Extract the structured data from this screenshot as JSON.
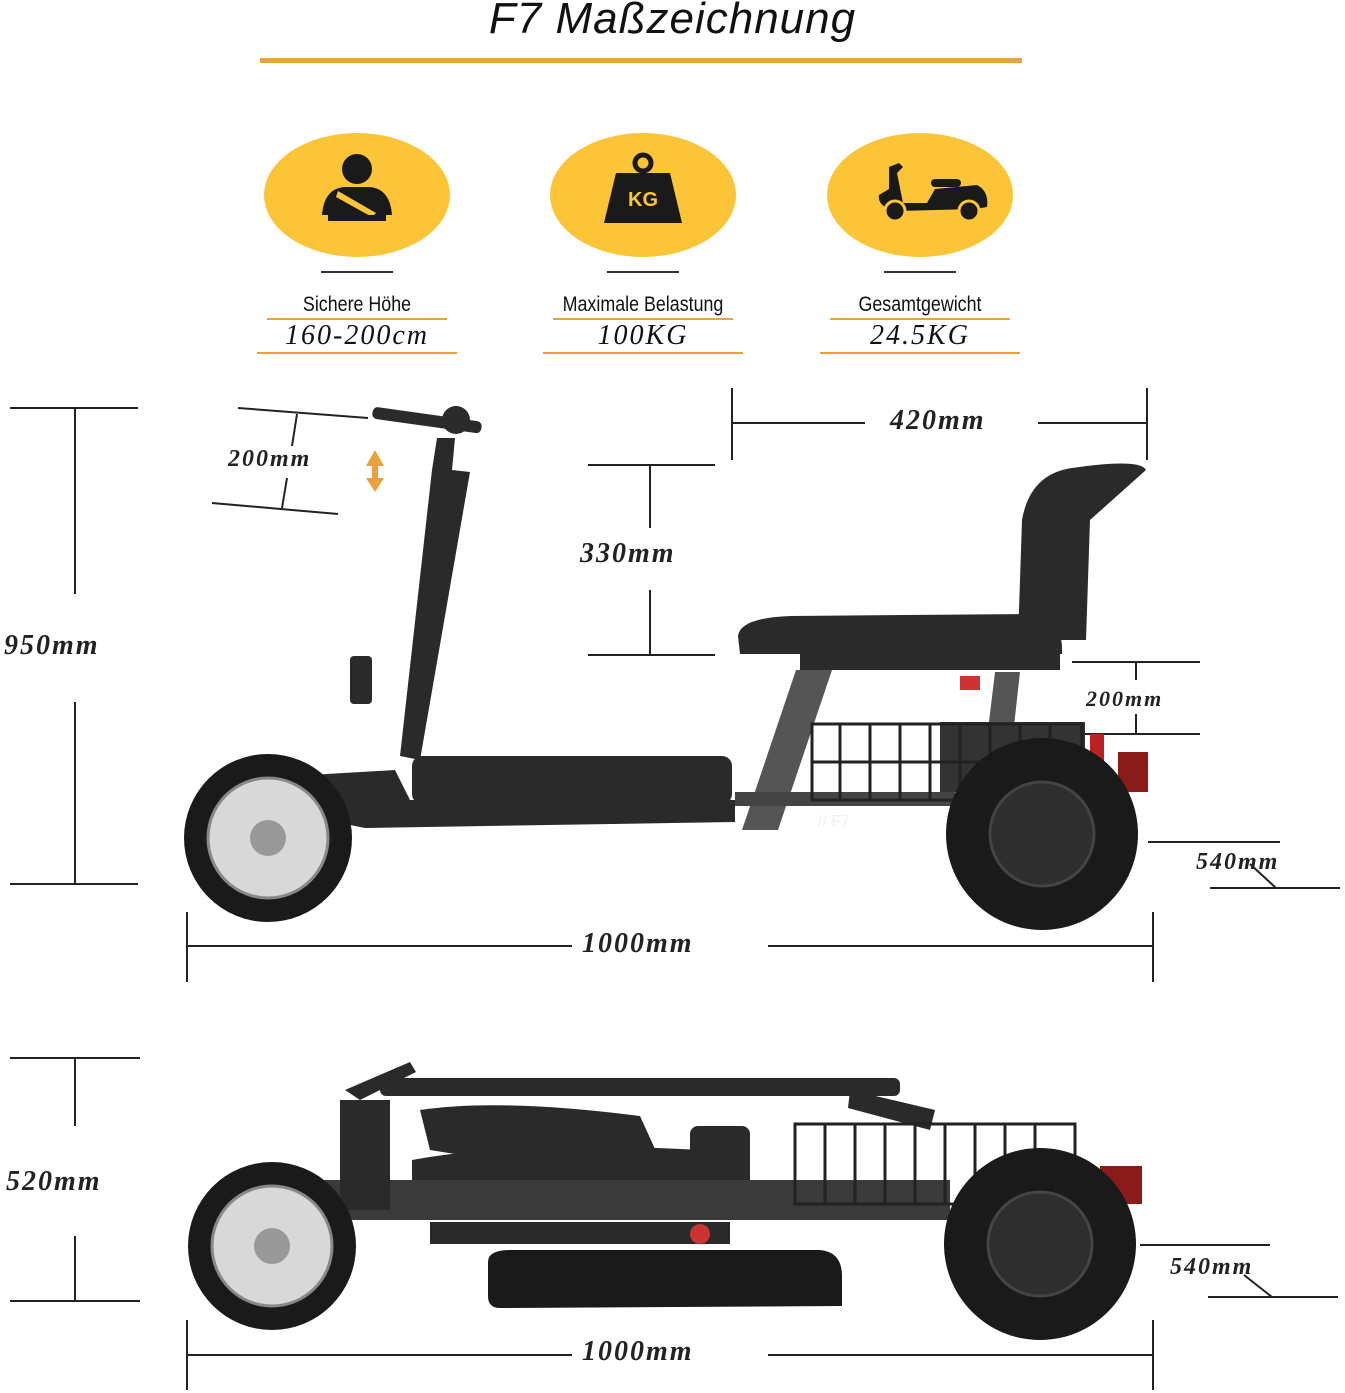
{
  "title": "F7 Maßzeichnung",
  "features": [
    {
      "icon": "seated-person-icon",
      "label": "Sichere Höhe",
      "value": "160-200cm"
    },
    {
      "icon": "kg-weight-icon",
      "label": "Maximale Belastung",
      "value": "100KG"
    },
    {
      "icon": "scooter-icon",
      "label": "Gesamtgewicht",
      "value": "24.5KG"
    }
  ],
  "side_view": {
    "height_total": "950mm",
    "handlebar_adjust": "200mm",
    "seat_width": "420mm",
    "backrest_height": "330mm",
    "seat_adjust": "200mm",
    "rear_width": "540mm",
    "length": "1000mm",
    "frame_mark": "// F7"
  },
  "folded_view": {
    "height": "520mm",
    "rear_width": "540mm",
    "length": "1000mm"
  },
  "colors": {
    "accent": "#fcc437",
    "rule": "#e8a13c"
  }
}
